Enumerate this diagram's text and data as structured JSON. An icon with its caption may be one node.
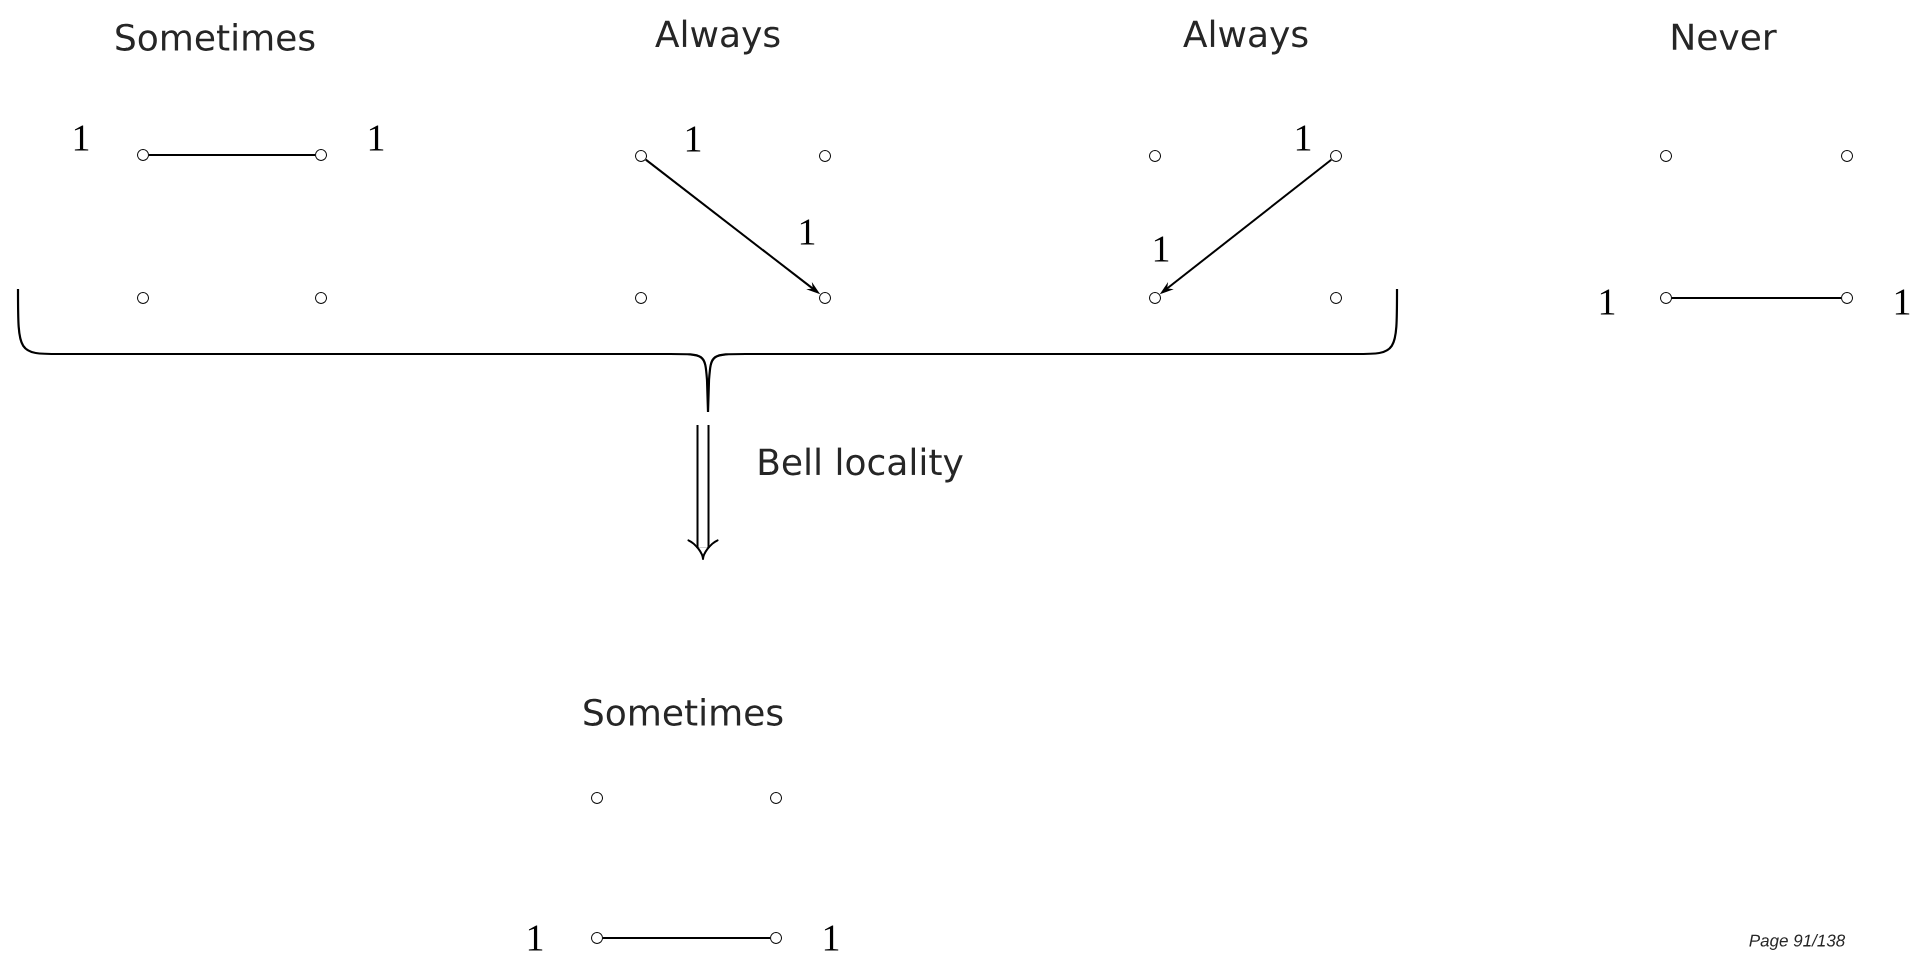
{
  "diagram": {
    "nodes": [
      {
        "text": [],
        "shape": "circle",
        "beside": [
          "1"
        ]
      },
      {
        "text": [],
        "shape": "circle",
        "beside": [
          "1"
        ]
      },
      {
        "text": [],
        "shape": "circle"
      },
      {
        "text": [],
        "shape": "circle"
      },
      {
        "text": [],
        "shape": "circle",
        "beside": [
          "1"
        ]
      },
      {
        "text": [],
        "shape": "circle"
      },
      {
        "text": [],
        "shape": "circle"
      },
      {
        "text": [],
        "shape": "circle",
        "beside": [
          "1"
        ]
      },
      {
        "text": [],
        "shape": "circle"
      },
      {
        "text": [],
        "shape": "circle",
        "beside": [
          "1"
        ]
      },
      {
        "text": [],
        "shape": "circle",
        "beside": [
          "1"
        ]
      },
      {
        "text": [],
        "shape": "circle"
      },
      {
        "text": [],
        "shape": "circle"
      },
      {
        "text": [],
        "shape": "circle"
      },
      {
        "text": [],
        "shape": "circle",
        "beside": [
          "1"
        ]
      },
      {
        "text": [],
        "shape": "circle",
        "beside": [
          "1"
        ]
      },
      {
        "text": [],
        "shape": "circle"
      },
      {
        "text": [],
        "shape": "circle"
      },
      {
        "text": [],
        "shape": "circle",
        "beside": [
          "1"
        ]
      },
      {
        "text": [],
        "shape": "circle",
        "beside": [
          "1"
        ]
      }
    ],
    "edges": [
      {
        "from": 0,
        "to": 1,
        "arrow": "none"
      },
      {
        "from": 4,
        "to": 7,
        "arrow": "to"
      },
      {
        "from": 9,
        "to": 10,
        "arrow": "to"
      },
      {
        "from": 14,
        "to": 15,
        "arrow": "none"
      },
      {
        "from": 18,
        "to": 19,
        "arrow": "none"
      }
    ],
    "labels": [
      "Sometimes",
      "Always",
      "Always",
      "Never",
      "Bell locality",
      "Sometimes",
      "Page 91/138"
    ]
  }
}
